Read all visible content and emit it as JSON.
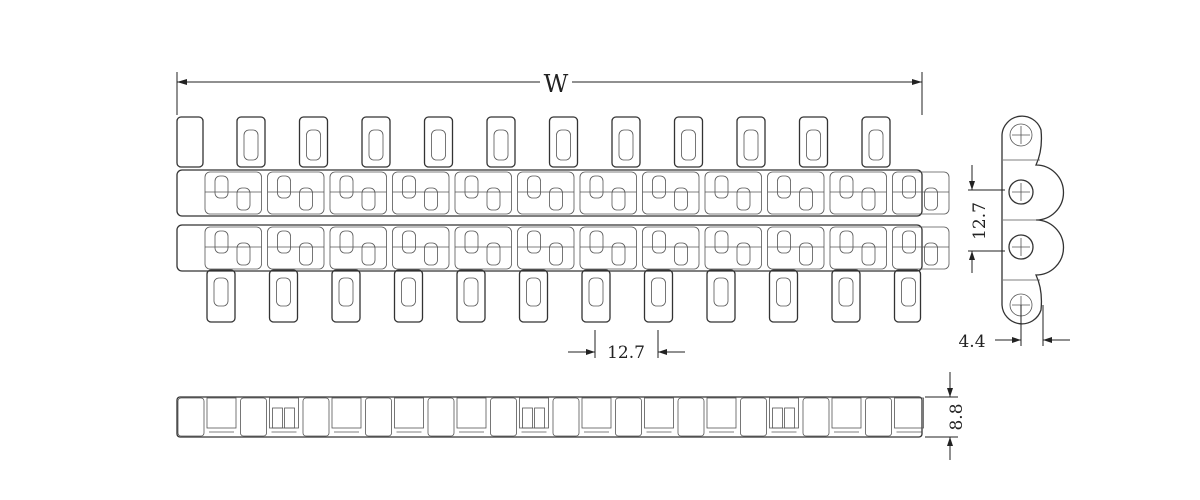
{
  "drawing": {
    "width_label": "W",
    "pitch_label_top_view": "12.7",
    "pitch_label_end_view": "12.7",
    "offset_label": "4.4",
    "height_label": "8.8"
  },
  "colors": {
    "line": "#333333",
    "background": "#ffffff"
  }
}
